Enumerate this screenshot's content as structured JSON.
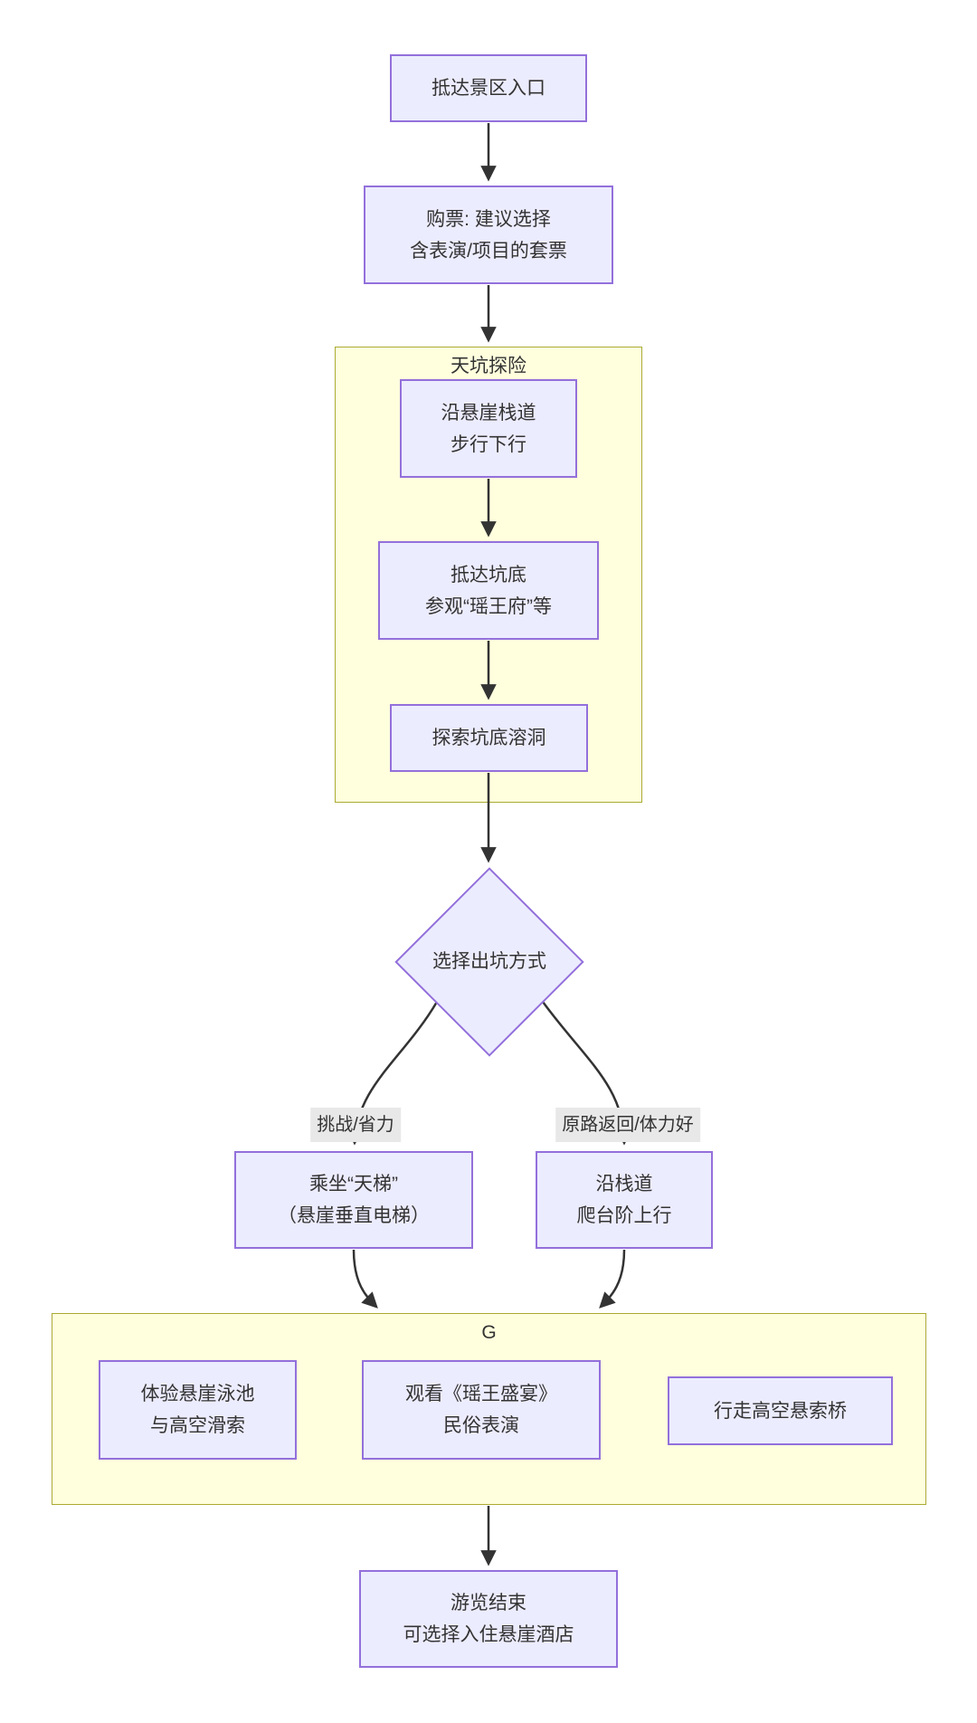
{
  "theme": {
    "background": "#ffffff",
    "node_fill": "#ECECFF",
    "node_border": "#9370DB",
    "cluster_fill": "#FFFFDE",
    "cluster_border": "#AAAA33",
    "edge_color": "#333333",
    "label_bg": "#E8E8E8",
    "text_color": "#333333"
  },
  "nodes": {
    "arrive": "抵达景区入口",
    "ticket": "购票: 建议选择\n含表演/项目的套票",
    "walk_down": "沿悬崖栈道\n步行下行",
    "pit_bottom": "抵达坑底\n参观“瑶王府”等",
    "cave": "探索坑底溶洞",
    "decision": "选择出坑方式",
    "elevator": "乘坐“天梯”\n（悬崖垂直电梯）",
    "stairs": "沿栈道\n爬台阶上行",
    "pool": "体验悬崖泳池\n与高空滑索",
    "show": "观看《瑶王盛宴》\n民俗表演",
    "bridge": "行走高空悬索桥",
    "end": "游览结束\n可选择入住悬崖酒店"
  },
  "clusters": {
    "tiankeng": "天坑探险",
    "g": "G"
  },
  "edge_labels": {
    "challenge": "挑战/省力",
    "return": "原路返回/体力好"
  }
}
